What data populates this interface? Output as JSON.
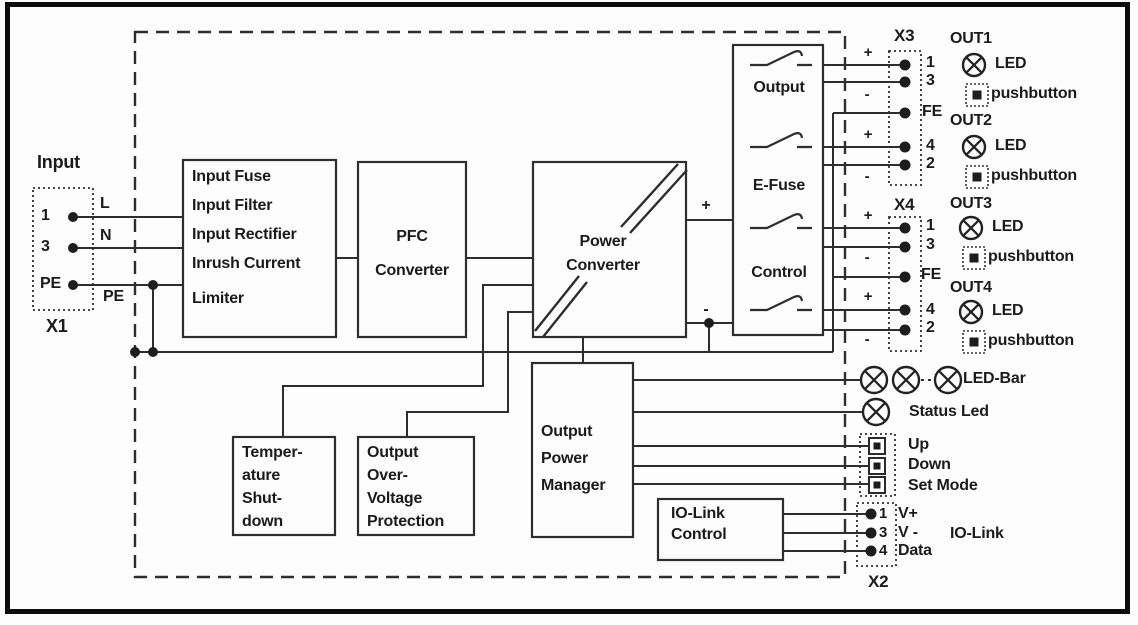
{
  "labels": {
    "input": "Input"
  },
  "signs": {
    "plus": "+",
    "minus": "-"
  },
  "connectors": {
    "x1": {
      "name": "X1",
      "terminals": [
        "1",
        "3",
        "PE"
      ],
      "wires": [
        "L",
        "N",
        "PE"
      ]
    },
    "x3": {
      "name": "X3",
      "terminals": [
        "1",
        "3",
        "FE",
        "4",
        "2"
      ]
    },
    "x4": {
      "name": "X4",
      "terminals": [
        "1",
        "3",
        "FE",
        "4",
        "2"
      ]
    },
    "x2": {
      "name": "X2",
      "terminals": [
        "1",
        "3",
        "4"
      ],
      "signals": [
        "V+",
        "V -",
        "Data"
      ],
      "protocol": "IO-Link"
    }
  },
  "blocks": {
    "input_stage": {
      "lines": [
        "Input Fuse",
        "Input Filter",
        "Input Rectifier",
        "Inrush Current",
        "Limiter"
      ]
    },
    "pfc": {
      "lines": [
        "PFC",
        "Converter"
      ]
    },
    "power_converter": {
      "lines": [
        "Power",
        "Converter"
      ]
    },
    "output_stage": {
      "labels": [
        "Output",
        "E-Fuse",
        "Control"
      ]
    },
    "temp_shutdown": {
      "lines": [
        "Temper-",
        "ature",
        "Shut-",
        "down"
      ]
    },
    "ovp": {
      "lines": [
        "Output",
        "Over-",
        "Voltage",
        "Protection"
      ]
    },
    "opm": {
      "lines": [
        "Output",
        "Power",
        "Manager"
      ]
    },
    "iolink": {
      "lines": [
        "IO-Link",
        "Control"
      ]
    }
  },
  "outputs": [
    {
      "label": "OUT1",
      "led": "LED",
      "button": "pushbutton"
    },
    {
      "label": "OUT2",
      "led": "LED",
      "button": "pushbutton"
    },
    {
      "label": "OUT3",
      "led": "LED",
      "button": "pushbutton"
    },
    {
      "label": "OUT4",
      "led": "LED",
      "button": "pushbutton"
    }
  ],
  "indicators": {
    "led_bar": "LED-Bar",
    "status": "Status Led",
    "buttons": [
      "Up",
      "Down",
      "Set Mode"
    ]
  }
}
